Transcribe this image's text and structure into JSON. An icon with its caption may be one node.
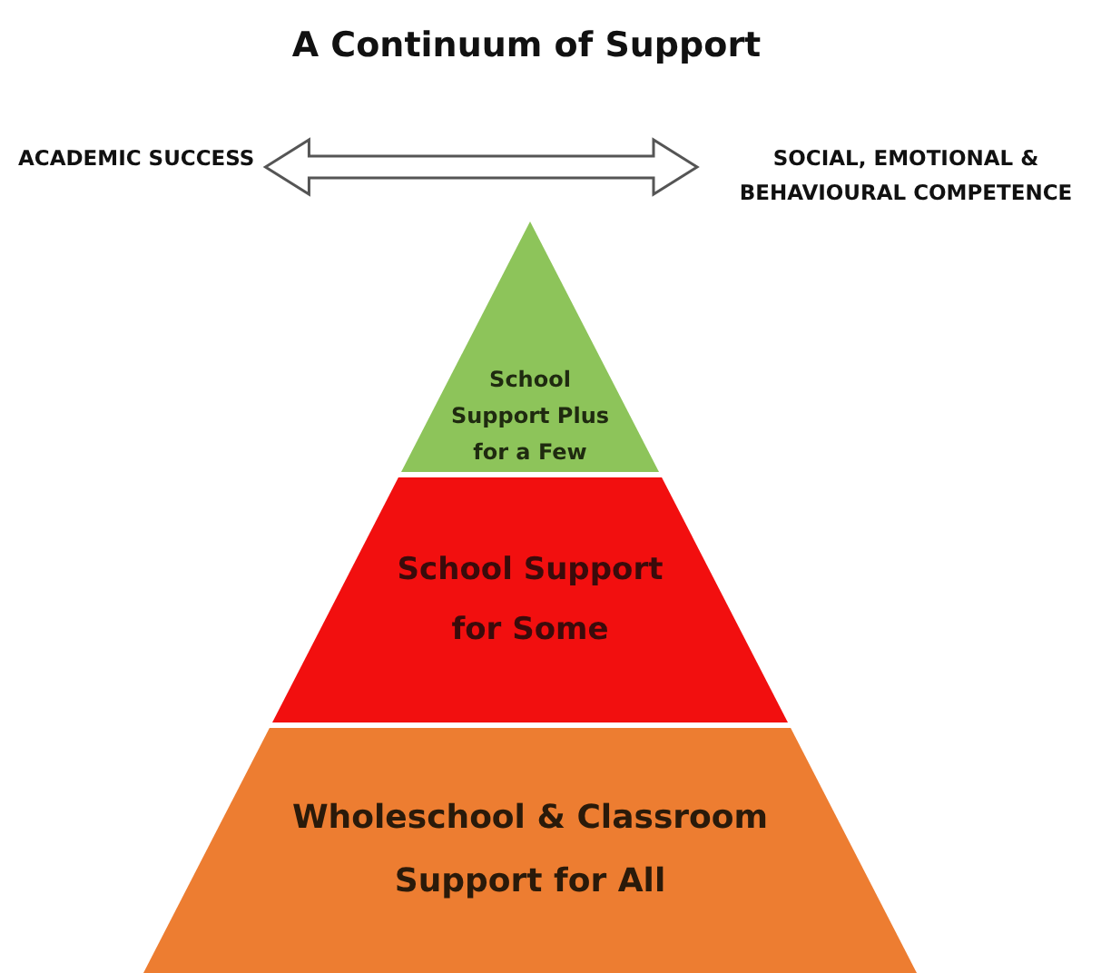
{
  "diagram": {
    "title": "A Continuum of Support",
    "nodes": [
      {
        "text": [
          "ACADEMIC SUCCESS"
        ]
      },
      {
        "text": [
          "SOCIAL, EMOTIONAL & BEHAVIOURAL COMPETENCE"
        ]
      },
      {
        "text": [
          "School Support Plus for a Few"
        ]
      },
      {
        "text": [
          "School Support for Some"
        ]
      },
      {
        "text": [
          "Wholeschool & Classroom Support for All"
        ]
      }
    ],
    "edges": [
      {
        "from": 0,
        "to": 1,
        "arrow": "both"
      }
    ]
  }
}
